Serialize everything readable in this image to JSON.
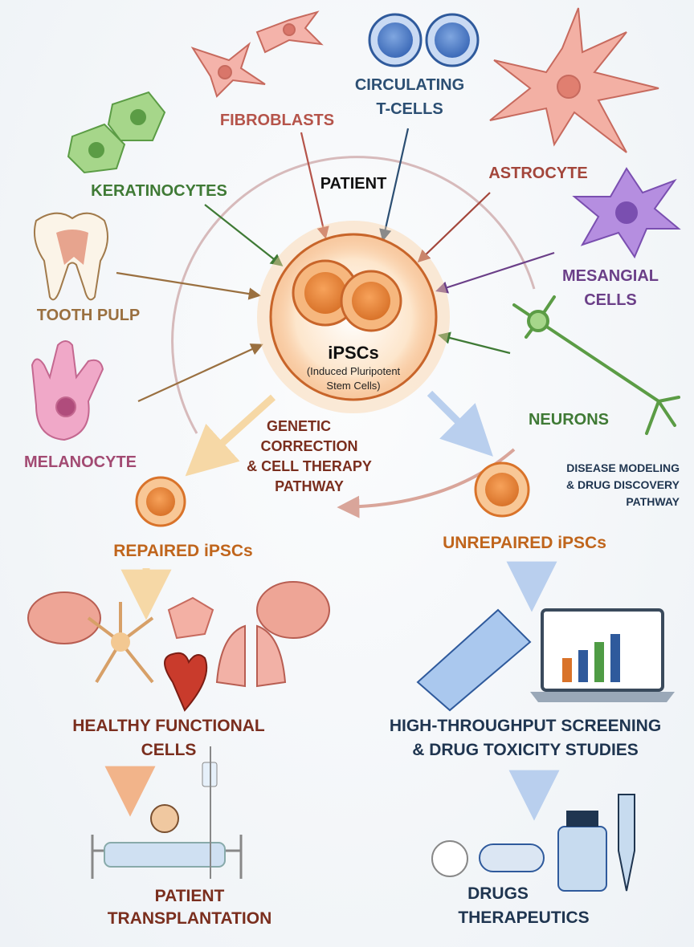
{
  "center": {
    "title": "iPSCs",
    "subtitle_line1": "(Induced Pluripotent",
    "subtitle_line2": "Stem Cells)"
  },
  "source_label": "PATIENT",
  "sources": {
    "fibroblasts": "FIBROBLASTS",
    "tcells_line1": "CIRCULATING",
    "tcells_line2": "T-CELLS",
    "astrocyte": "ASTROCYTE",
    "keratinocytes": "KERATINOCYTES",
    "mesangial_line1": "MESANGIAL",
    "mesangial_line2": "CELLS",
    "tooth_pulp": "TOOTH PULP",
    "melanocyte": "MELANOCYTE",
    "neurons": "NEURONS"
  },
  "left_pathway": {
    "title_line1": "GENETIC",
    "title_line2": "CORRECTION",
    "title_line3": "& CELL THERAPY",
    "title_line4": "PATHWAY",
    "stage1": "REPAIRED iPSCs",
    "stage2_line1": "HEALTHY FUNCTIONAL",
    "stage2_line2": "CELLS",
    "stage3_line1": "PATIENT",
    "stage3_line2": "TRANSPLANTATION"
  },
  "right_pathway": {
    "title_line1": "DISEASE MODELING",
    "title_line2": "& DRUG DISCOVERY",
    "title_line3": "PATHWAY",
    "stage1": "UNREPAIRED iPSCs",
    "stage2_line1": "HIGH-THROUGHPUT SCREENING",
    "stage2_line2": "& DRUG TOXICITY STUDIES",
    "stage3_line1": "DRUGS",
    "stage3_line2": "THERAPEUTICS"
  },
  "colors": {
    "fibroblast": "#b5544a",
    "tcell": "#2c4f73",
    "astrocyte": "#a3463b",
    "keratinocyte": "#3f7a35",
    "mesangial": "#6b3f88",
    "tooth": "#9a7040",
    "melanocyte": "#a24a72",
    "neuron": "#3f7a35",
    "therapy": "#7a2e1e",
    "ipsc_orange": "#c0651c",
    "discovery": "#1f3550"
  }
}
